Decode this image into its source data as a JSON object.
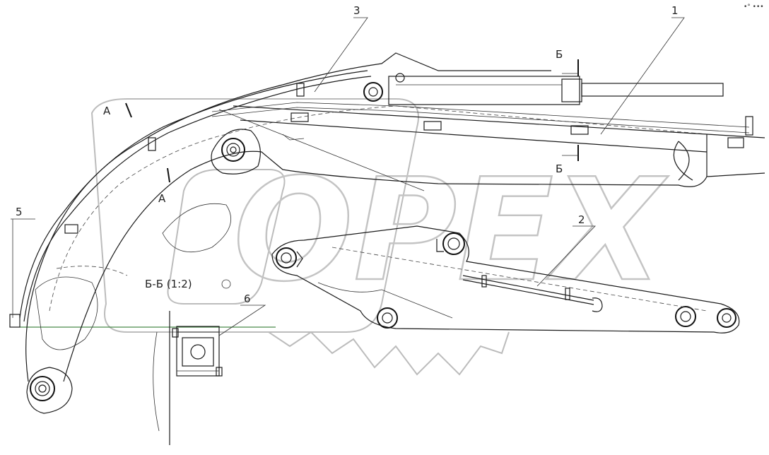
{
  "callouts": {
    "c1": "1",
    "c2": "2",
    "c3": "3",
    "c5": "5",
    "c6": "6"
  },
  "section_marks": {
    "a_top": "А",
    "a_bottom": "А",
    "b_top": "Б",
    "b_bottom": "Б"
  },
  "section_view_label": "Б-Б (1:2)",
  "watermark": {
    "text": "OPEX",
    "color": "#bcbcbc"
  },
  "corner_mark": "•° •••",
  "colors": {
    "ink": "#1a1a1a",
    "background": "#ffffff",
    "guide_line": "#4a8a4a"
  }
}
